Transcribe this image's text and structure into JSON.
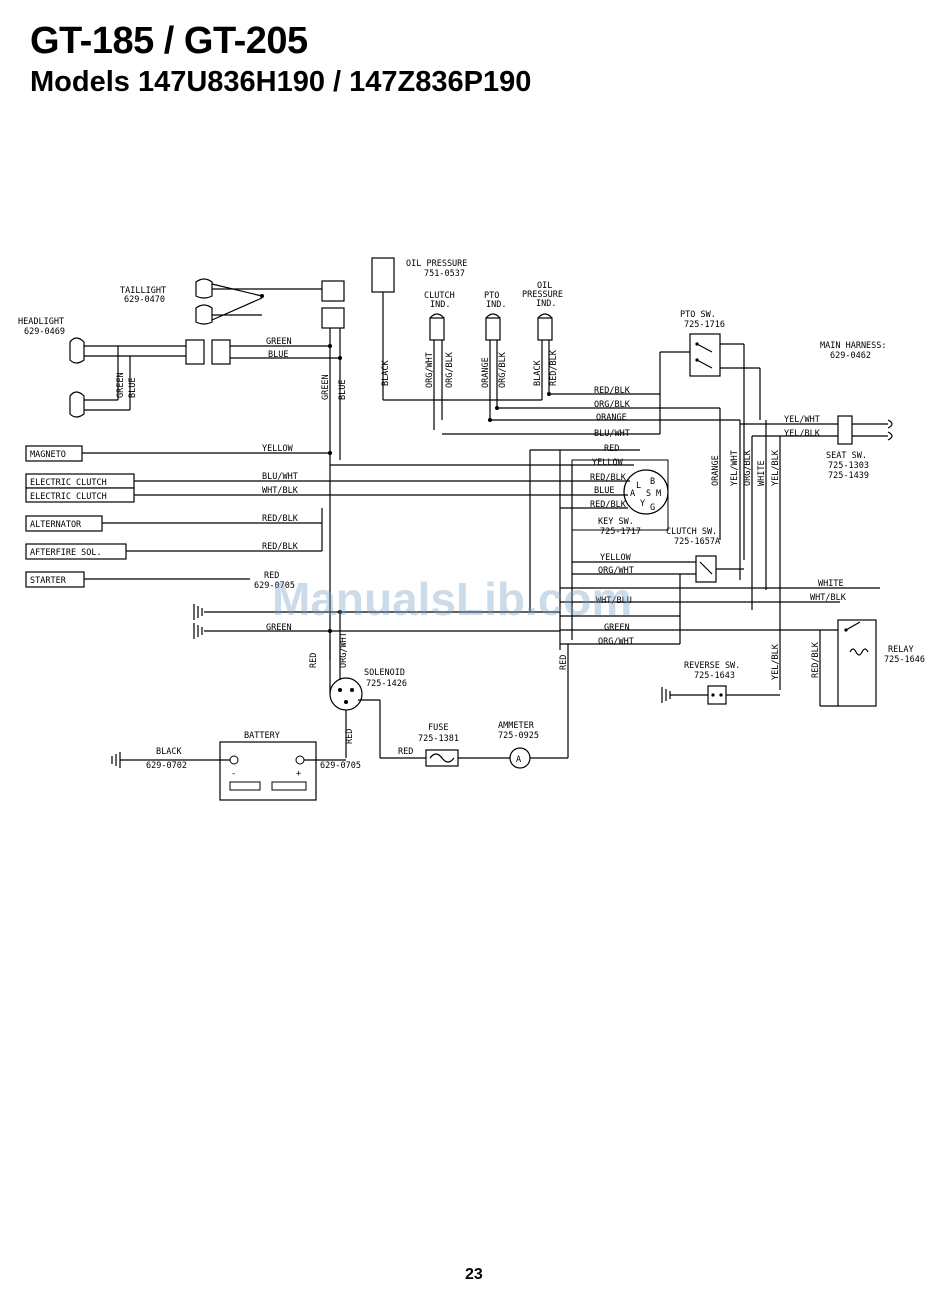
{
  "header": {
    "title": "GT-185 / GT-205",
    "subtitle": "Models 147U836H190 / 147Z836P190"
  },
  "page_number": "23",
  "watermark": "ManualsLib.com",
  "components": {
    "taillight": {
      "name": "TAILLIGHT",
      "part": "629-0470"
    },
    "headlight": {
      "name": "HEADLIGHT",
      "part": "629-0469"
    },
    "oil_pressure": {
      "name": "OIL PRESSURE",
      "part": "751-0537"
    },
    "clutch_ind": {
      "line1": "CLUTCH",
      "line2": "IND."
    },
    "pto_ind": {
      "line1": "PTO",
      "line2": "IND."
    },
    "oil_pressure_ind": {
      "line1": "OIL",
      "line2": "PRESSURE",
      "line3": "IND."
    },
    "pto_sw": {
      "name": "PTO SW.",
      "part": "725-1716"
    },
    "main_harness": {
      "name": "MAIN HARNESS:",
      "part": "629-0462"
    },
    "seat_sw": {
      "name": "SEAT SW.",
      "part1": "725-1303",
      "part2": "725-1439"
    },
    "key_sw": {
      "name": "KEY SW.",
      "part": "725-1717"
    },
    "clutch_sw": {
      "name": "CLUTCH SW.",
      "part": "725-1657A"
    },
    "relay": {
      "name": "RELAY",
      "part": "725-1646"
    },
    "reverse_sw": {
      "name": "REVERSE SW.",
      "part": "725-1643"
    },
    "solenoid": {
      "name": "SOLENOID",
      "part": "725-1426"
    },
    "battery": {
      "name": "BATTERY",
      "minus": "-",
      "plus": "+"
    },
    "fuse": {
      "name": "FUSE",
      "part": "725-1381"
    },
    "ammeter": {
      "name": "AMMETER",
      "part": "725-0925",
      "symbol": "A"
    },
    "black_cable": {
      "color": "BLACK",
      "part": "629-0702"
    },
    "red_cable": {
      "part": "629-0705"
    },
    "starter_cable": {
      "color": "RED",
      "part": "629-0705"
    },
    "key_terminals": {
      "b": "B",
      "l": "L",
      "a": "A",
      "s": "S",
      "m": "M",
      "y": "Y",
      "g": "G"
    }
  },
  "left_terminals": {
    "magneto": "MAGNETO",
    "electric_clutch_1": "ELECTRIC CLUTCH",
    "electric_clutch_2": "ELECTRIC CLUTCH",
    "alternator": "ALTERNATOR",
    "afterfire": "AFTERFIRE SOL.",
    "starter": "STARTER"
  },
  "wire_labels": {
    "green": "GREEN",
    "blue": "BLUE",
    "yellow": "YELLOW",
    "blu_wht": "BLU/WHT",
    "wht_blk": "WHT/BLK",
    "red_blk": "RED/BLK",
    "red_blk_2": "RED/BLK",
    "black": "BLACK",
    "orange": "ORANGE",
    "org_wht": "ORG/WHT",
    "org_blk": "ORG/BLK",
    "red": "RED",
    "white": "WHITE",
    "yel_wht": "YEL/WHT",
    "yel_blk": "YEL/BLK",
    "wht_blu": "WHT/BLU",
    "green_low": "GREEN",
    "green_low2": "GREEN",
    "blk_black": "BLACK"
  }
}
